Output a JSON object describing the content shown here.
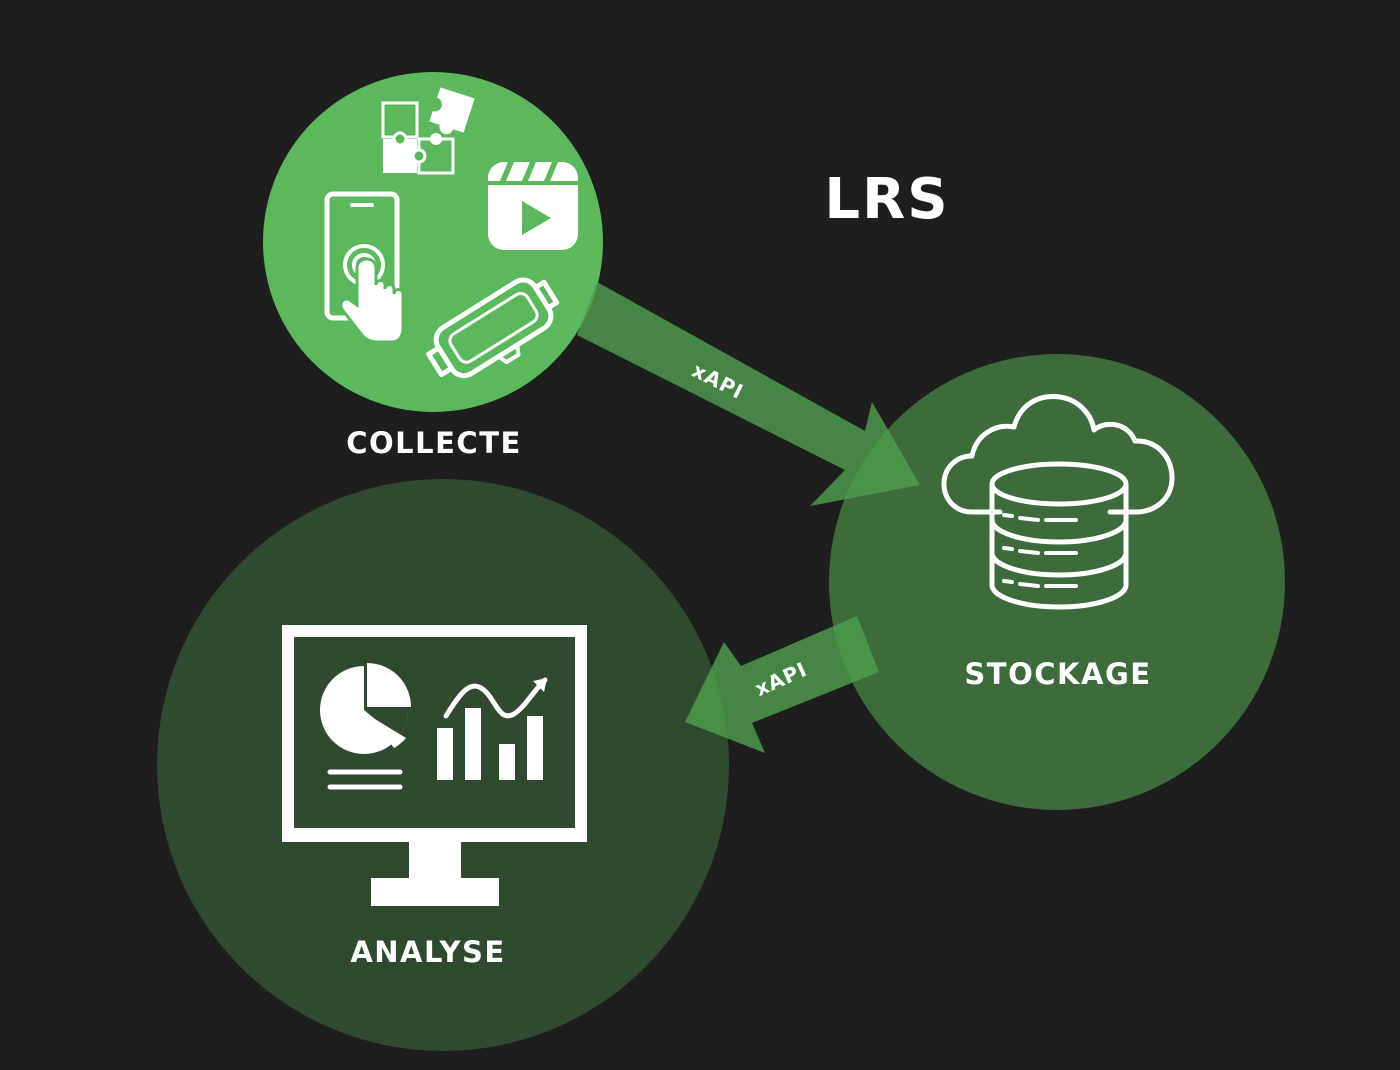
{
  "title": "LRS",
  "nodes": {
    "collect": {
      "label": "COLLECTE",
      "icons": [
        "puzzle-icon",
        "video-player-icon",
        "smartphone-touch-icon",
        "vr-headset-icon"
      ]
    },
    "storage": {
      "label": "STOCKAGE",
      "icons": [
        "cloud-database-icon"
      ]
    },
    "analysis": {
      "label": "ANALYSE",
      "icons": [
        "monitor-analytics-icon"
      ]
    }
  },
  "arrows": {
    "collect_to_storage": {
      "label": "xAPI"
    },
    "storage_to_analysis": {
      "label": "xAPI"
    }
  },
  "colors": {
    "background": "#1e1e1e",
    "collect_fill": "#5bb85c",
    "storage_fill": "#3d6b3c",
    "analysis_fill": "#2f4a2f",
    "arrow_fill": "#4fa04f"
  }
}
